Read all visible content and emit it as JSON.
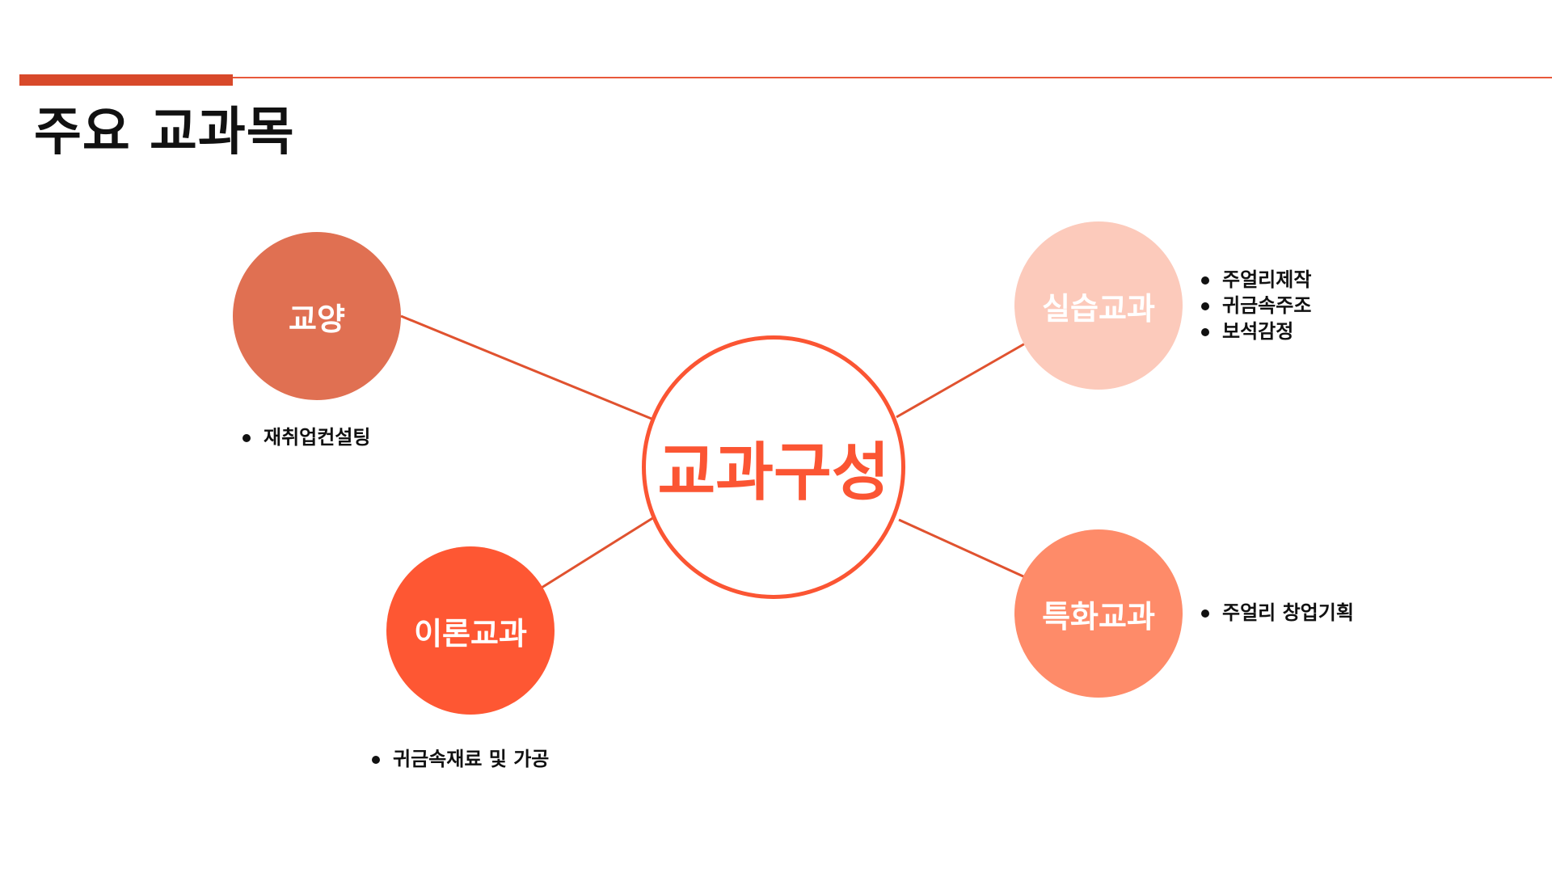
{
  "title": "주요 교과목",
  "colors": {
    "accent": "#d8492a",
    "center_ring": "#fb5533",
    "gyoyang": "#e07052",
    "silseup": "#fccabb",
    "iron": "#fe5733",
    "teukhwa": "#fe8b69",
    "connector": "#e0522f"
  },
  "diagram": {
    "center": {
      "label": "교과구성"
    },
    "nodes": {
      "gyoyang": {
        "label": "교양",
        "items": [
          "재취업컨설팅"
        ]
      },
      "silseup": {
        "label": "실습교과",
        "items": [
          "주얼리제작",
          "귀금속주조",
          "보석감정"
        ]
      },
      "iron": {
        "label": "이론교과",
        "items": [
          "귀금속재료 및 가공"
        ]
      },
      "teukhwa": {
        "label": "특화교과",
        "items": [
          "주얼리 창업기획"
        ]
      }
    }
  }
}
